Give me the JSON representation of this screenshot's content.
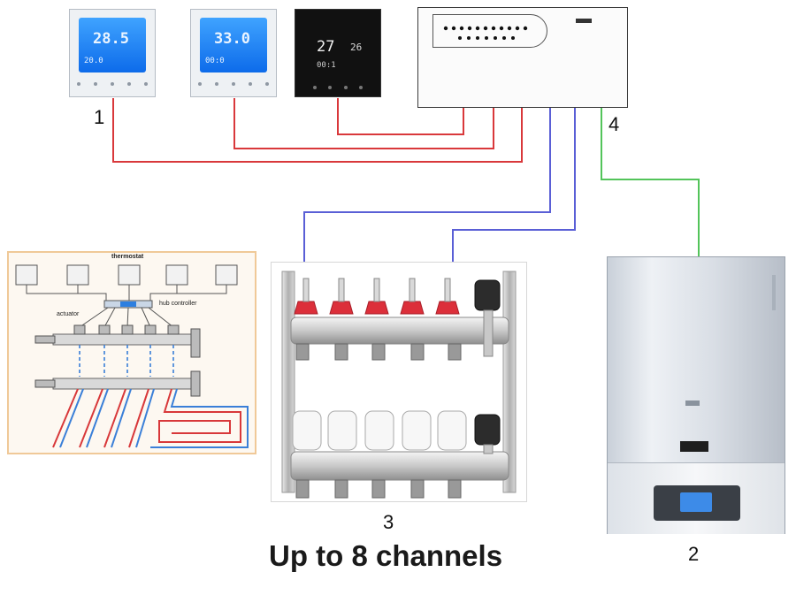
{
  "labels": {
    "thermostats": "1",
    "boiler": "2",
    "manifold": "3",
    "controller": "4",
    "caption": "Up to 8 channels"
  },
  "inset": {
    "thermostat": "thermostat",
    "actuator": "actuator",
    "hub_controller": "hub controller"
  },
  "displays": {
    "t1_main": "28.5",
    "t1_sub": "20.0",
    "t2_main": "33.0",
    "t2_sub": "00:0",
    "t3_main": "27",
    "t3_set": "26",
    "t3_sub": "00:1"
  },
  "colors": {
    "thermostat_wire": "#d9383b",
    "actuator_wire": "#5a5fd6",
    "boiler_wire": "#53c45a"
  }
}
